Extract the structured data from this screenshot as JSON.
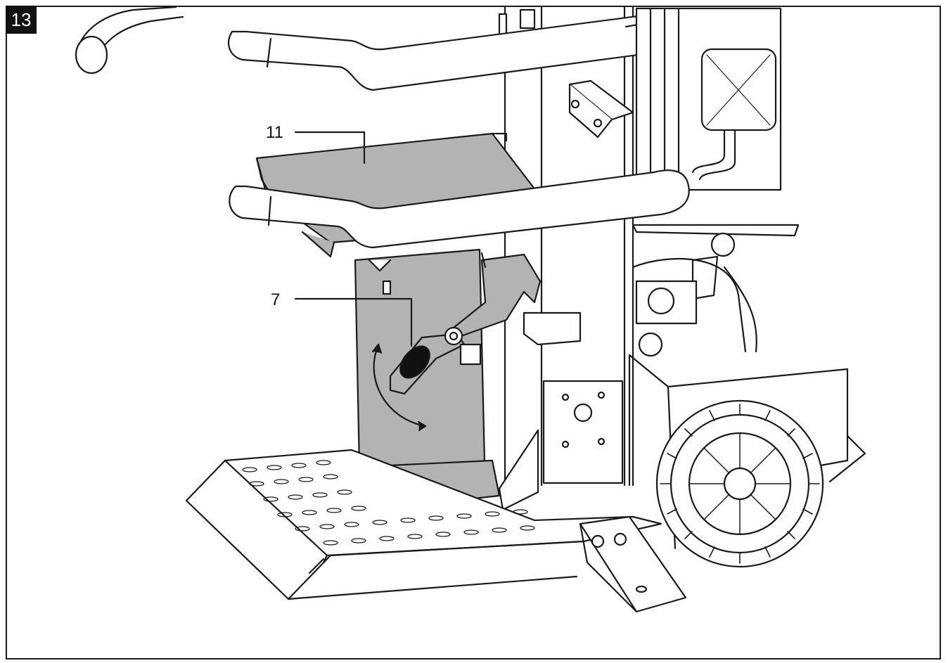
{
  "figure": {
    "number": "13"
  },
  "callouts": [
    {
      "label": "11"
    },
    {
      "label": "7"
    }
  ],
  "colors": {
    "line": "#1a1a1a",
    "highlight": "#b3b3b3",
    "paper": "#ffffff"
  }
}
